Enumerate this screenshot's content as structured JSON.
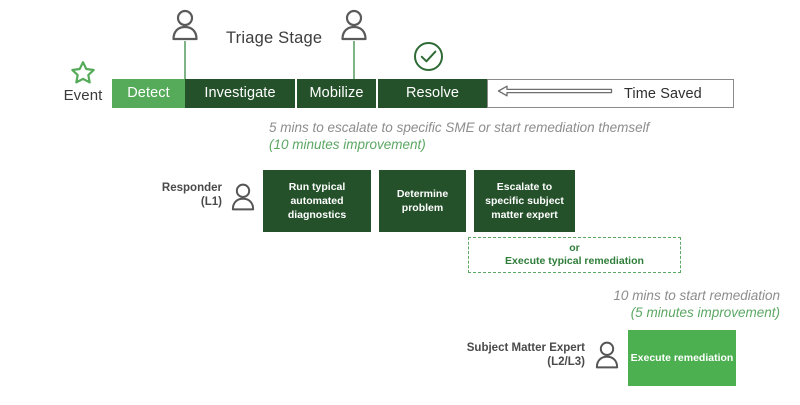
{
  "event": {
    "icon": "star-icon",
    "label": "Event"
  },
  "top_actors": [
    {
      "icon": "person-icon",
      "name": "actor-investigate"
    },
    {
      "icon": "person-icon",
      "name": "actor-resolve"
    }
  ],
  "triage": {
    "label": "Triage Stage"
  },
  "status": {
    "icon": "check-circle-icon"
  },
  "timeline": {
    "segments": [
      {
        "label": "Detect",
        "color": "#55ab5a",
        "width": 73
      },
      {
        "label": "Investigate",
        "color": "#24512a",
        "width": 110
      },
      {
        "label": "Mobilize",
        "color": "#24512a",
        "width": 81
      },
      {
        "label": "Resolve",
        "color": "#24512a",
        "width": 111
      }
    ],
    "time_saved": {
      "label": "Time Saved",
      "icon": "left-arrow-icon",
      "border_color": "#8a8a8a"
    }
  },
  "notes": {
    "top": {
      "line1": "5 mins to escalate to specific SME or start remediation themself",
      "line2": "(10 minutes improvement)"
    },
    "bottom": {
      "line1": "10 mins to start remediation",
      "line2": "(5 minutes improvement)"
    }
  },
  "responder": {
    "title": "Responder",
    "level": "(L1)",
    "icon": "person-icon",
    "steps": [
      {
        "label": "Run typical automated diagnostics",
        "color": "#24512a"
      },
      {
        "label": "Determine problem",
        "color": "#24512a"
      },
      {
        "label": "Escalate to specific subject matter expert",
        "color": "#24512a"
      }
    ],
    "alternative": {
      "line1": "or",
      "line2": "Execute typical remediation",
      "border_color": "#5ba763"
    }
  },
  "subject_matter_expert": {
    "title": "Subject Matter Expert",
    "level": "(L2/L3)",
    "icon": "person-icon",
    "steps": [
      {
        "label": "Execute remediation",
        "color": "#4caf50"
      }
    ]
  },
  "colors": {
    "dark_green": "#24512a",
    "light_green": "#4caf50",
    "accent_green": "#55ab5a",
    "note_green": "#5ba763",
    "note_gray": "#8d8d8d"
  }
}
